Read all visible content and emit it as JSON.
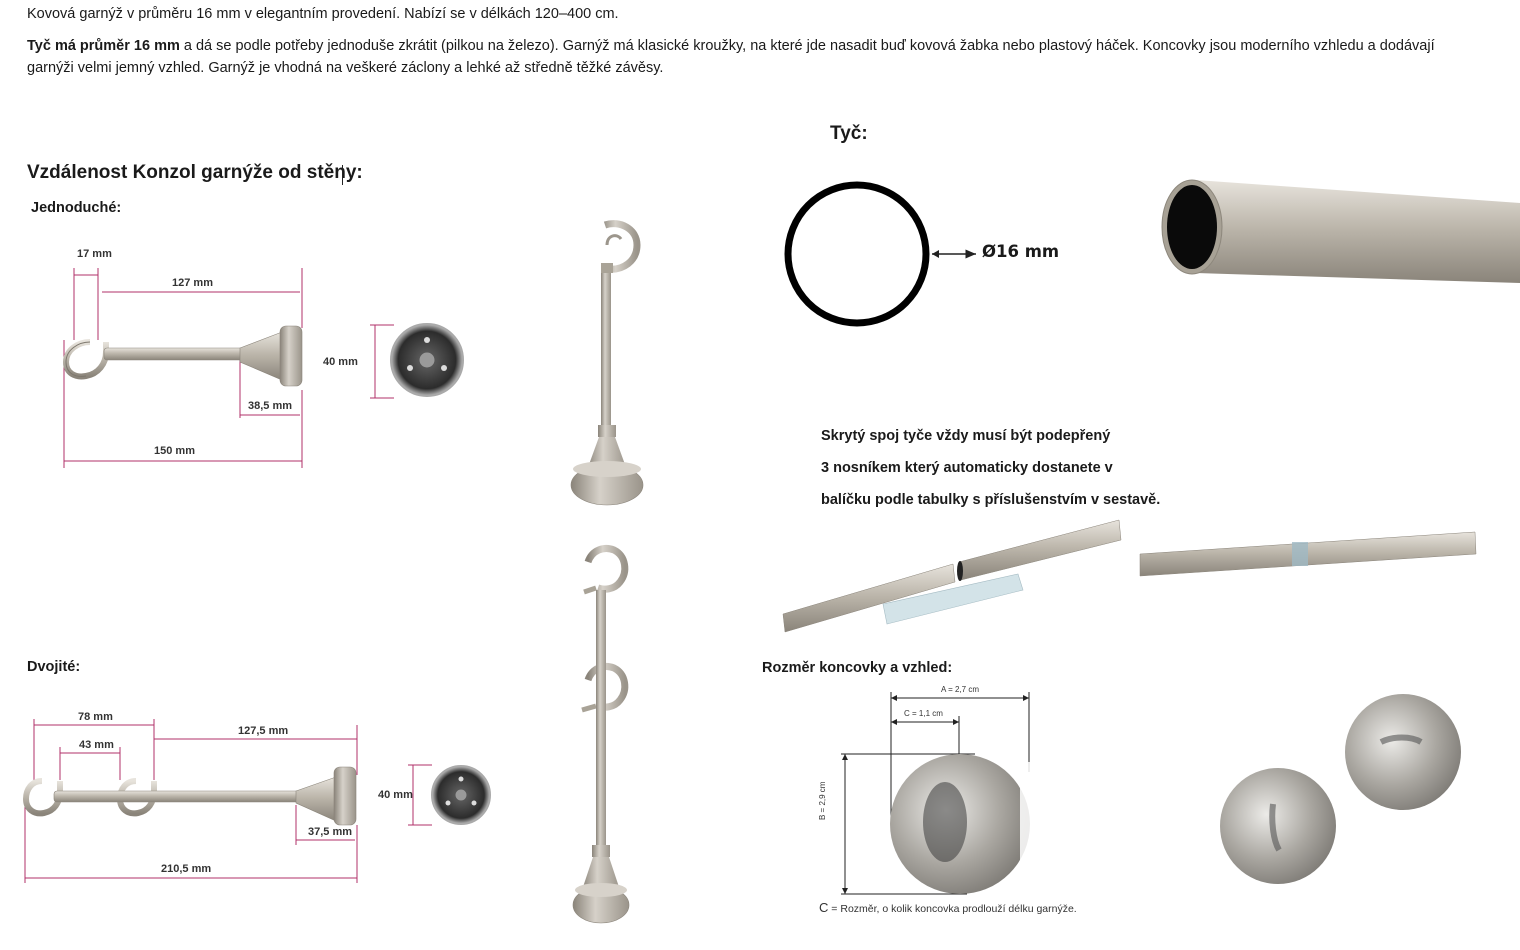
{
  "intro": {
    "line1": "Kovová garnýž v průměru 16 mm v elegantním provedení. Nabízí se v délkách 120–400 cm.",
    "bold_lead": "Tyč má průměr 16 mm",
    "line2_rest": " a dá se podle potřeby jednoduše zkrátit (pilkou na železo). Garnýž má klasické kroužky, na které jde nasadit buď kovová žabka nebo plastový háček. Koncovky jsou moderního vzhledu a dodávají garnýži velmi jemný vzhled. Garnýž je vhodná na veškeré záclony a lehké až středně těžké závěsy."
  },
  "headings": {
    "distance": "Vzdálenost Konzol garnýže od stěny:",
    "single": "Jednoduché:",
    "double": "Dvojité:",
    "rod": "Tyč:",
    "finial": "Rozměr koncovky a vzhled:"
  },
  "single_bracket": {
    "d17": "17 mm",
    "d127": "127 mm",
    "d40": "40 mm",
    "d385": "38,5 mm",
    "d150": "150 mm"
  },
  "double_bracket": {
    "d78": "78 mm",
    "d43": "43 mm",
    "d1275": "127,5 mm",
    "d40": "40 mm",
    "d375": "37,5 mm",
    "d2105": "210,5 mm"
  },
  "rod": {
    "diameter": "Ø16 mm"
  },
  "note": {
    "line1": "Skrytý spoj tyče vždy musí být podepřený",
    "line2": "3 nosníkem který automaticky dostanete v",
    "line3": "balíčku podle tabulky s příslušenstvím v sestavě."
  },
  "finial": {
    "a": "A = 2,7 cm",
    "c": "C = 1,1 cm",
    "b": "B = 2,9 cm",
    "caption_c": "C",
    "caption_rest": " = Rozměr, o kolik koncovka prodlouží délku garnýže."
  },
  "colors": {
    "metal": "#b9b3a8",
    "metal_dark": "#8c867c",
    "dim_line": "#b0306a"
  }
}
